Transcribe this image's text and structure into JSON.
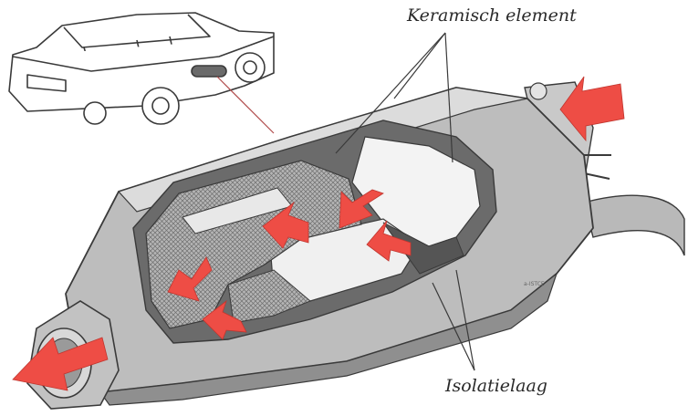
{
  "labels": {
    "ceramic": "Keramisch element",
    "insulation": "Isolatielaag"
  },
  "stamp": "a-ISTCE",
  "colors": {
    "arrow": "#ee4d45",
    "body": "#b9b9b9",
    "body_dark": "#8f8f8f",
    "body_light": "#dcdcdc",
    "insulation": "#6b6b6b",
    "mesh": "#9a9a9a",
    "outline": "#3a3a3a"
  },
  "icons": [
    "car-illustration",
    "flow-arrow-icon"
  ]
}
